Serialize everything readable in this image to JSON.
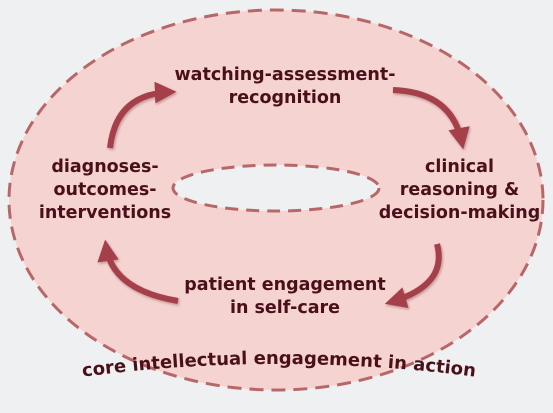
{
  "diagram": {
    "nodes": [
      {
        "id": "top",
        "lines": [
          "watching-assessment-",
          "recognition"
        ]
      },
      {
        "id": "right",
        "lines": [
          "clinical",
          "reasoning &",
          "decision-making"
        ]
      },
      {
        "id": "bottom",
        "lines": [
          "patient engagement",
          "in self-care"
        ]
      },
      {
        "id": "left",
        "lines": [
          "diagnoses-",
          "outcomes-",
          "interventions"
        ]
      }
    ],
    "cycle": [
      "top",
      "right",
      "bottom",
      "left",
      "top"
    ],
    "caption": "core intellectual engagement in action",
    "colors": {
      "ring_fill": "#f5d3d1",
      "ring_dash": "#b86768",
      "arrow": "#a5404c",
      "text": "#4a1019",
      "background": "#eef0f2"
    }
  }
}
